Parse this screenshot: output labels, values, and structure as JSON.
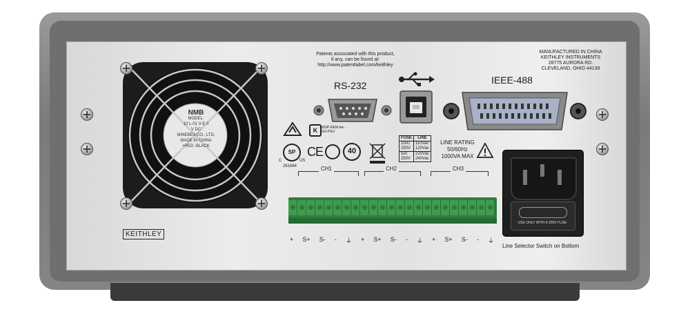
{
  "patent_notice": [
    "Patents associated with this product,",
    "if any, can be found at:",
    "http://www.patentlabel.com/keithley"
  ],
  "manufacturer": [
    "MANUFACTURED IN CHINA",
    "KEITHLEY INSTRUMENTS",
    "28775 AURORA RD.",
    "CLEVELAND, OHIO 44139"
  ],
  "ports": {
    "rs232": "RS-232",
    "ieee488": "IEEE-488"
  },
  "fan_label": [
    "NMB",
    "MODEL:",
    "10 L-01 V-E 0",
    "V DC",
    "MINEBEA CO., LTD.",
    "MADE IN CHINA",
    "+RED -BLACK"
  ],
  "cert_marks": {
    "kc": "MSIP-REM-lek-KEI-PSU",
    "csa": "261684",
    "csa_c": "C",
    "csa_us": "US",
    "ce": "CE",
    "year40": "40"
  },
  "fuse_table": {
    "headers": [
      "FUSE",
      "LINE"
    ],
    "rows": [
      [
        "10AT\n250V",
        "110Vac\n120Vac"
      ],
      [
        "5AT\n250V",
        "220Vac\n240Vac"
      ]
    ]
  },
  "line_rating": [
    "LINE RATING",
    "50/60Hz",
    "1000VA MAX"
  ],
  "channels": [
    "CH1",
    "CH2",
    "CH3"
  ],
  "pins": [
    "+",
    "S+",
    "S-",
    "-",
    "⏚",
    "+",
    "S+",
    "S-",
    "-",
    "⏚",
    "+",
    "S+",
    "S-",
    "-",
    "⏚"
  ],
  "fuse_drawer_text": "USE ONLY WITH A 250V FUSE",
  "line_selector": "Line Selector Switch on Bottom",
  "brand": "KEITHLEY",
  "colors": {
    "terminal": "#3f9b4e",
    "housing": "#858585",
    "panel": "#e6e6e6"
  }
}
